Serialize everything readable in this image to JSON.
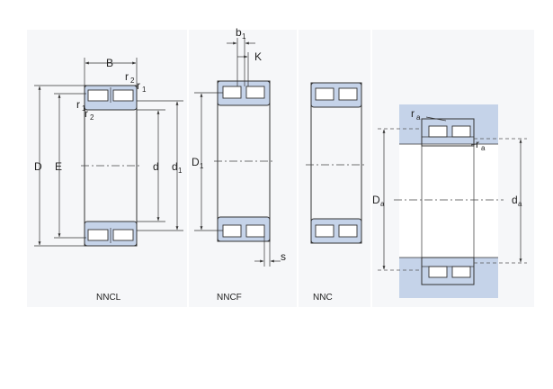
{
  "colors": {
    "ring_fill": "#c5d3e9",
    "panel_bg": "#f6f7f9",
    "line": "#333333"
  },
  "panels": [
    {
      "caption": "NNCL",
      "labels": {
        "B": "B",
        "D": "D",
        "E": "E",
        "d": "d",
        "d1": "d",
        "d1_sub": "1",
        "r1": "r",
        "r1_sub": "1",
        "r2": "r",
        "r2_sub": "2",
        "r1b": "r",
        "r1b_sub": "1",
        "r2b": "r",
        "r2b_sub": "2"
      }
    },
    {
      "caption": "NNCF",
      "labels": {
        "b1": "b",
        "b1_sub": "1",
        "K": "K",
        "D1": "D",
        "D1_sub": "1",
        "s": "s"
      }
    },
    {
      "caption": "NNC",
      "labels": {}
    },
    {
      "caption": "",
      "labels": {
        "ra_top": "r",
        "ra_top_sub": "a",
        "ra_right": "r",
        "ra_right_sub": "a",
        "Da": "D",
        "Da_sub": "a",
        "da": "d",
        "da_sub": "a"
      }
    }
  ]
}
